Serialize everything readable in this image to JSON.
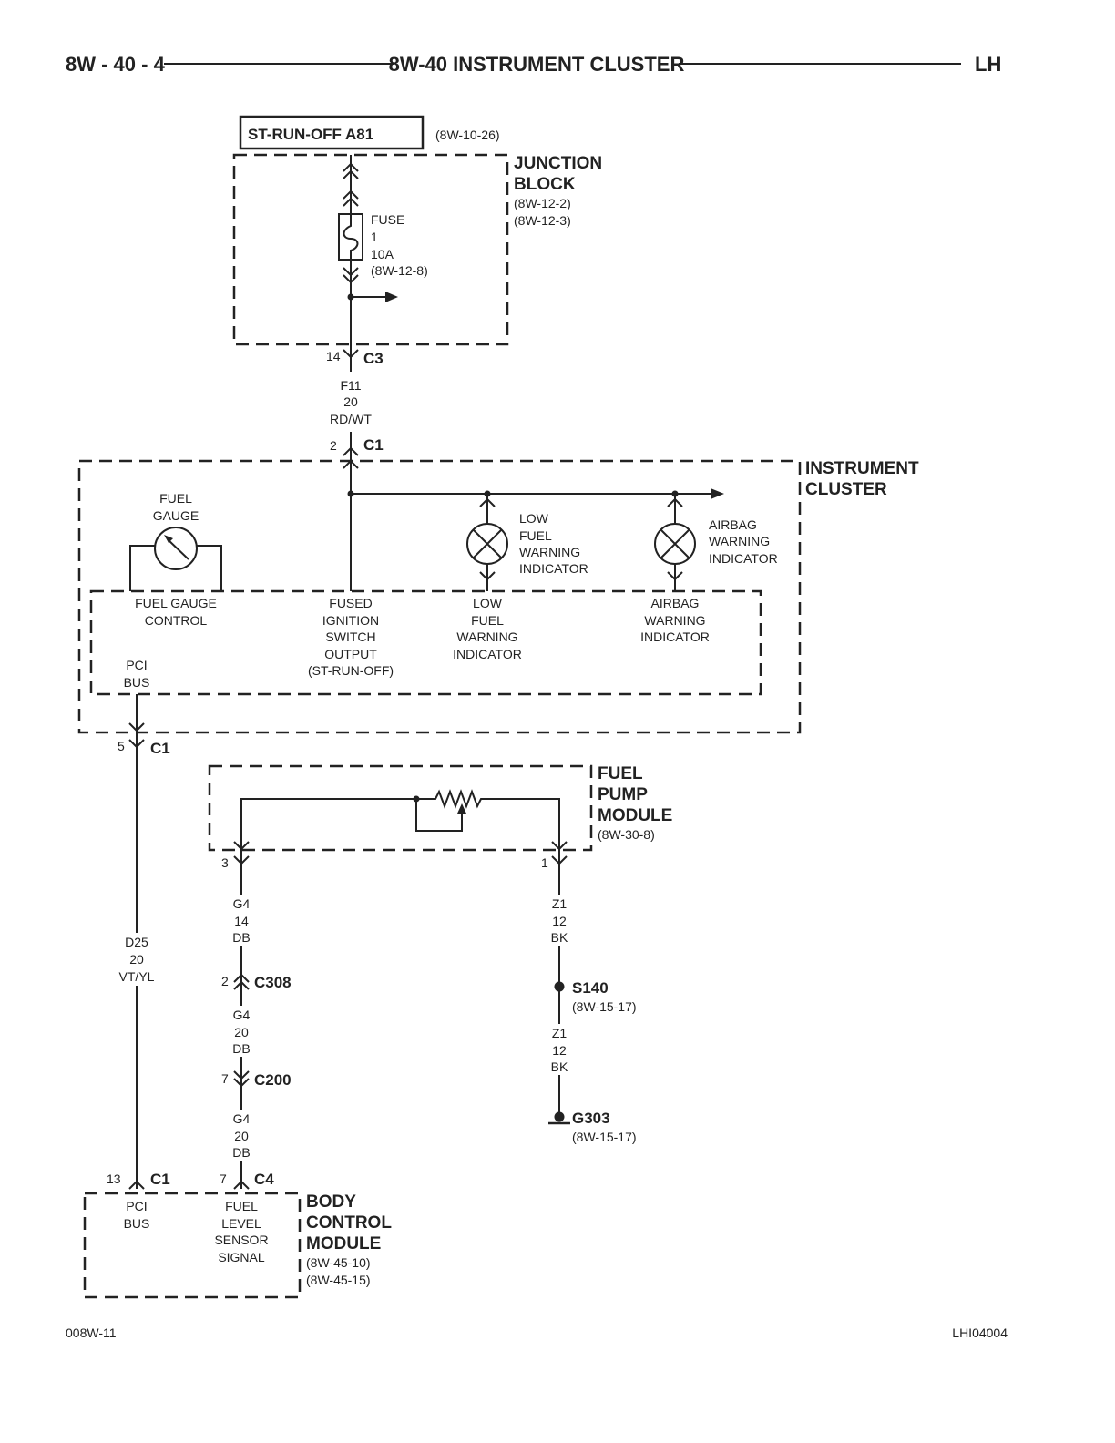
{
  "header": {
    "page_number": "8W - 40 - 4",
    "title": "8W-40 INSTRUMENT CLUSTER",
    "side": "LH"
  },
  "footer": {
    "left_code": "008W-11",
    "right_code": "LHI04004"
  },
  "source_box": {
    "label": "ST-RUN-OFF A81",
    "ref": "(8W-10-26)"
  },
  "junction_block": {
    "name_1": "JUNCTION",
    "name_2": "BLOCK",
    "ref_1": "(8W-12-2)",
    "ref_2": "(8W-12-3)",
    "fuse_1": "FUSE",
    "fuse_2": "1",
    "fuse_3": "10A",
    "fuse_4": "(8W-12-8)"
  },
  "connector_c3": {
    "pin": "14",
    "name": "C3"
  },
  "wire_f11": {
    "circuit": "F11",
    "gauge": "20",
    "color": "RD/WT"
  },
  "connector_ic_c1_top": {
    "pin": "2",
    "name": "C1"
  },
  "instrument_cluster": {
    "name_1": "INSTRUMENT",
    "name_2": "CLUSTER",
    "fuel_gauge_1": "FUEL",
    "fuel_gauge_2": "GAUGE",
    "lamp_low_1": "LOW",
    "lamp_low_2": "FUEL",
    "lamp_low_3": "WARNING",
    "lamp_low_4": "INDICATOR",
    "lamp_air_1": "AIRBAG",
    "lamp_air_2": "WARNING",
    "lamp_air_3": "INDICATOR",
    "fgc_1": "FUEL GAUGE",
    "fgc_2": "CONTROL",
    "fiso_1": "FUSED",
    "fiso_2": "IGNITION",
    "fiso_3": "SWITCH",
    "fiso_4": "OUTPUT",
    "fiso_5": "(ST-RUN-OFF)",
    "lfwi_1": "LOW",
    "lfwi_2": "FUEL",
    "lfwi_3": "WARNING",
    "lfwi_4": "INDICATOR",
    "awi_1": "AIRBAG",
    "awi_2": "WARNING",
    "awi_3": "INDICATOR",
    "pci_1": "PCI",
    "pci_2": "BUS"
  },
  "connector_ic_c1_bottom": {
    "pin": "5",
    "name": "C1"
  },
  "wire_d25": {
    "circuit": "D25",
    "gauge": "20",
    "color": "VT/YL"
  },
  "fuel_pump_module": {
    "name_1": "FUEL",
    "name_2": "PUMP",
    "name_3": "MODULE",
    "ref": "(8W-30-8)",
    "pin_left": "3",
    "pin_right": "1"
  },
  "wire_g4_a": {
    "circuit": "G4",
    "gauge": "14",
    "color": "DB"
  },
  "connector_c308": {
    "pin": "2",
    "name": "C308"
  },
  "wire_g4_b": {
    "circuit": "G4",
    "gauge": "20",
    "color": "DB"
  },
  "connector_c200": {
    "pin": "7",
    "name": "C200"
  },
  "wire_g4_c": {
    "circuit": "G4",
    "gauge": "20",
    "color": "DB"
  },
  "wire_z1_a": {
    "circuit": "Z1",
    "gauge": "12",
    "color": "BK"
  },
  "splice_s140": {
    "name": "S140",
    "ref": "(8W-15-17)"
  },
  "wire_z1_b": {
    "circuit": "Z1",
    "gauge": "12",
    "color": "BK"
  },
  "ground_g303": {
    "name": "G303",
    "ref": "(8W-15-17)"
  },
  "connector_bcm_c1": {
    "pin": "13",
    "name": "C1"
  },
  "connector_bcm_c4": {
    "pin": "7",
    "name": "C4"
  },
  "body_control_module": {
    "name_1": "BODY",
    "name_2": "CONTROL",
    "name_3": "MODULE",
    "ref_1": "(8W-45-10)",
    "ref_2": "(8W-45-15)",
    "pci_1": "PCI",
    "pci_2": "BUS",
    "flss_1": "FUEL",
    "flss_2": "LEVEL",
    "flss_3": "SENSOR",
    "flss_4": "SIGNAL"
  }
}
